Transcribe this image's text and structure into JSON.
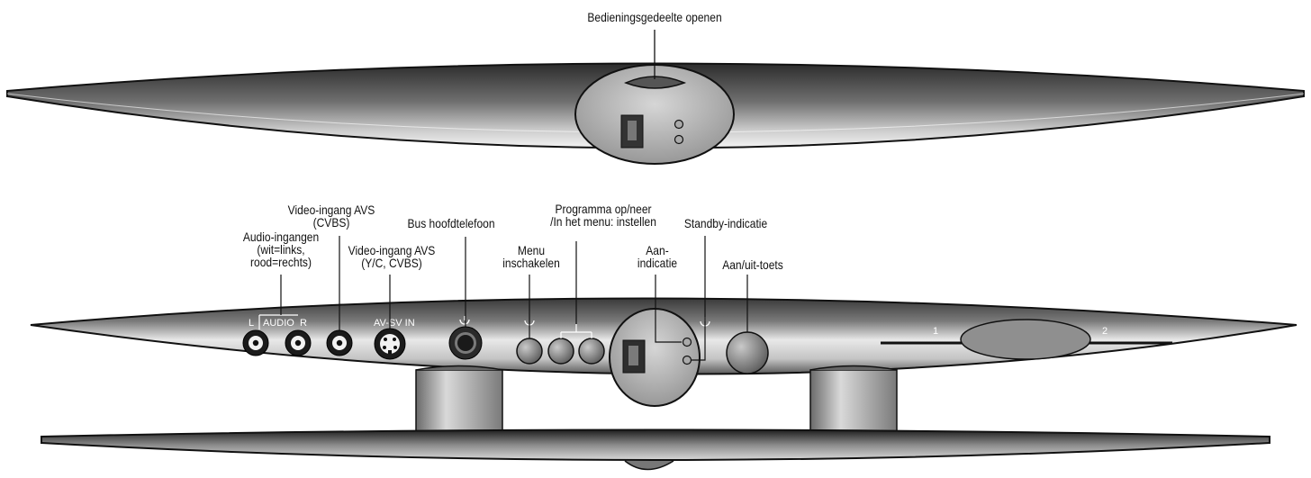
{
  "title": "Bedieningsgedeelte openen",
  "callouts": {
    "audio": [
      "Audio-ingangen",
      "(wit=links,",
      "rood=rechts)"
    ],
    "video_cvbs": [
      "Video-ingang AVS",
      "(CVBS)"
    ],
    "video_yc": [
      "Video-ingang AVS",
      "(Y/C, CVBS)"
    ],
    "headphone": [
      "Bus hoofdtelefoon"
    ],
    "programma": [
      "Programma op/neer",
      "/In het menu: instellen"
    ],
    "menu": [
      "Menu",
      "inschakelen"
    ],
    "aan_indicatie": [
      "Aan-",
      "indicatie"
    ],
    "standby": [
      "Standby-indicatie"
    ],
    "power": [
      "Aan/uit-toets"
    ]
  },
  "panel_markings": {
    "audio_left": "L",
    "audio_word": "AUDIO",
    "audio_right": "R",
    "av_sv_in": "AV-SV IN",
    "slot_1": "1",
    "slot_2": "2"
  },
  "colors": {
    "body_dark": "#4a4a4a",
    "body_light": "#f2f2f2",
    "outline": "#111111",
    "button": "#8c8c8c",
    "label_text": "#111111"
  }
}
